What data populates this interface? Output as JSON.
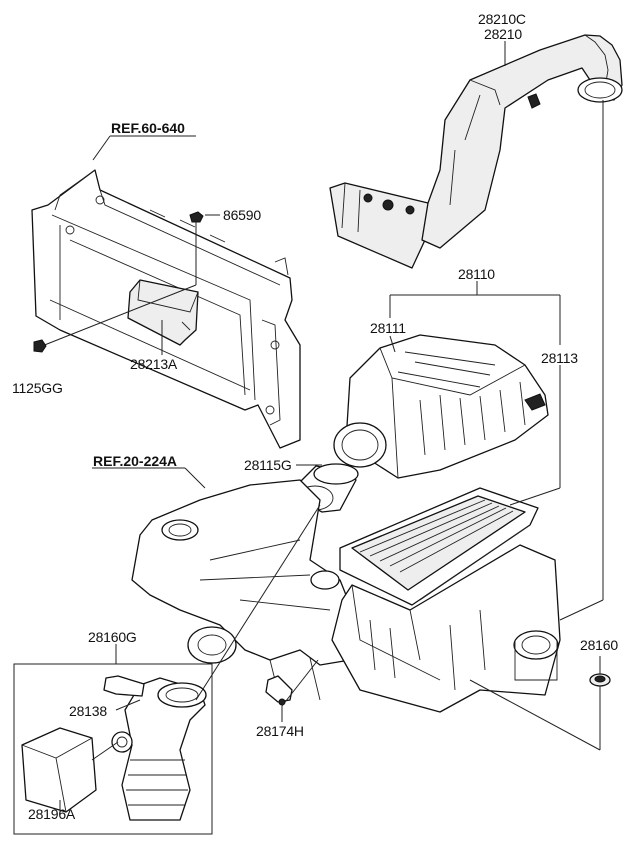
{
  "references": {
    "ref_60_640": "REF.60-640",
    "ref_20_224a": "REF.20-224A"
  },
  "parts": {
    "p28210c": "28210C",
    "p28210": "28210",
    "p86590": "86590",
    "p28110": "28110",
    "p28111": "28111",
    "p28113": "28113",
    "p28213a": "28213A",
    "p1125gg": "1125GG",
    "p28115g": "28115G",
    "p28160g": "28160G",
    "p28160": "28160",
    "p28138": "28138",
    "p28174h": "28174H",
    "p28196a": "28196A"
  },
  "colors": {
    "line": "#111111",
    "background": "#ffffff"
  }
}
